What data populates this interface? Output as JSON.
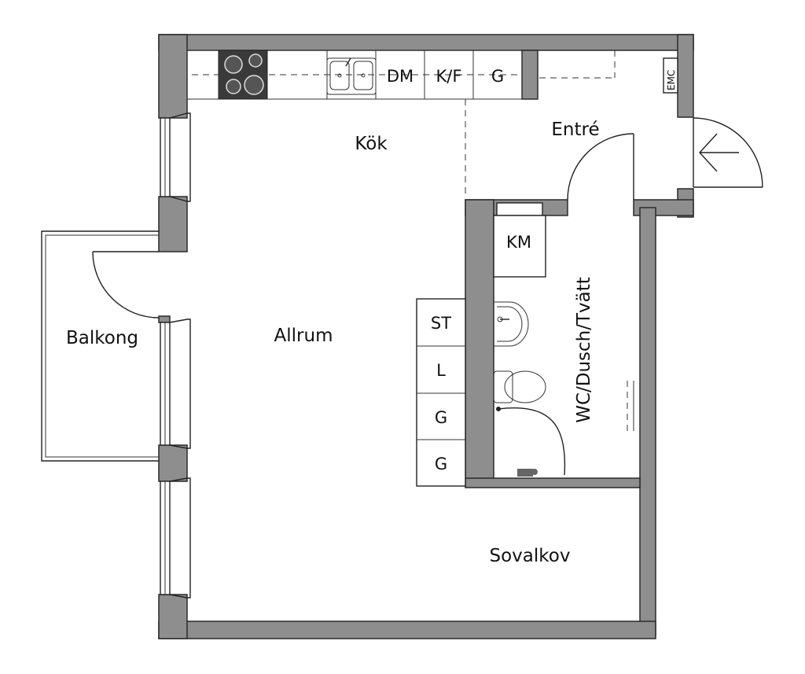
{
  "rooms": {
    "kitchen": "Kök",
    "entrance": "Entré",
    "living": "Allrum",
    "balcony": "Balkong",
    "bath": "WC/Dusch/Tvätt",
    "alcove": "Sovalkov"
  },
  "fixtures": {
    "dishwasher": "DM",
    "fridge_freezer": "K/F",
    "kitchen_wardrobe": "G",
    "meter": "EMC",
    "washer": "KM",
    "wardrobes": [
      "ST",
      "L",
      "G",
      "G"
    ]
  },
  "colors": {
    "wall": "#8e8e8e",
    "stove": "#3a3a3a"
  }
}
